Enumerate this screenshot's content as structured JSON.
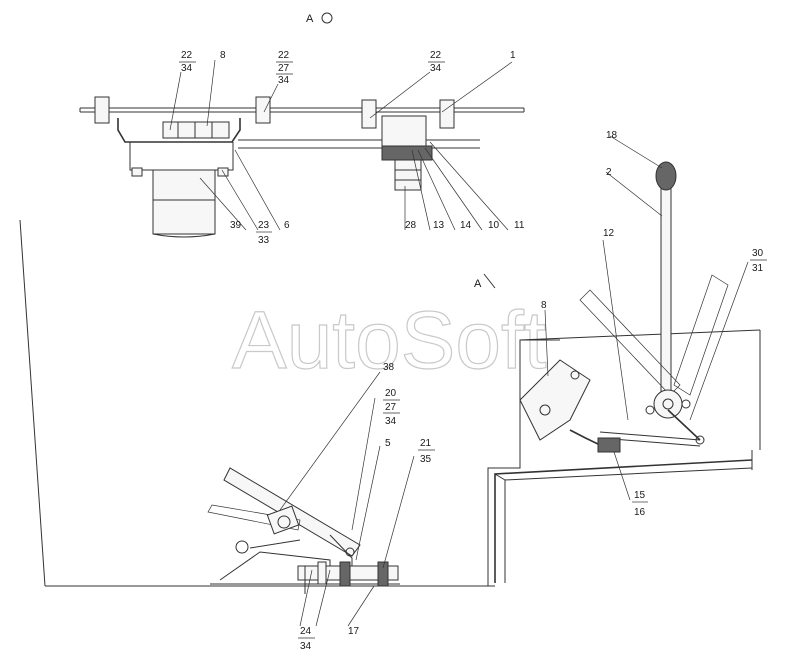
{
  "view_marker": "A",
  "section_marker": "A",
  "watermark": "AutoSoft",
  "callouts": [
    {
      "id": "c22a",
      "label": "22",
      "sub": [
        "34"
      ]
    },
    {
      "id": "c8a",
      "label": "8",
      "sub": []
    },
    {
      "id": "c22b",
      "label": "22",
      "sub": [
        "27",
        "34"
      ]
    },
    {
      "id": "c22c",
      "label": "22",
      "sub": [
        "34"
      ]
    },
    {
      "id": "c1",
      "label": "1",
      "sub": []
    },
    {
      "id": "c39",
      "label": "39",
      "sub": []
    },
    {
      "id": "c23",
      "label": "23",
      "sub": [
        "33"
      ]
    },
    {
      "id": "c6",
      "label": "6",
      "sub": []
    },
    {
      "id": "c28",
      "label": "28",
      "sub": []
    },
    {
      "id": "c13",
      "label": "13",
      "sub": []
    },
    {
      "id": "c14",
      "label": "14",
      "sub": []
    },
    {
      "id": "c10",
      "label": "10",
      "sub": []
    },
    {
      "id": "c11",
      "label": "11",
      "sub": []
    },
    {
      "id": "c18",
      "label": "18",
      "sub": []
    },
    {
      "id": "c2",
      "label": "2",
      "sub": []
    },
    {
      "id": "c12",
      "label": "12",
      "sub": []
    },
    {
      "id": "c30",
      "label": "30",
      "sub": [
        "31"
      ]
    },
    {
      "id": "c8b",
      "label": "8",
      "sub": []
    },
    {
      "id": "c15",
      "label": "15",
      "sub": [
        "16"
      ]
    },
    {
      "id": "c38",
      "label": "38",
      "sub": []
    },
    {
      "id": "c20",
      "label": "20",
      "sub": [
        "27",
        "34"
      ]
    },
    {
      "id": "c5",
      "label": "5",
      "sub": []
    },
    {
      "id": "c21",
      "label": "21",
      "sub": [
        "35"
      ]
    },
    {
      "id": "c24",
      "label": "24",
      "sub": [
        "34"
      ]
    },
    {
      "id": "c17",
      "label": "17",
      "sub": []
    }
  ]
}
